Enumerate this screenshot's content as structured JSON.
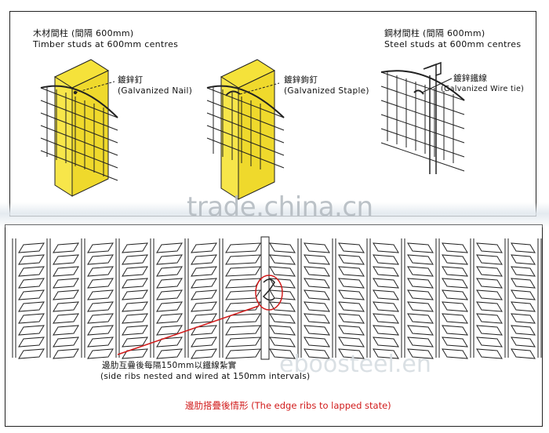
{
  "top_left": {
    "title_cn": "木材間柱 (間隔 600mm)",
    "title_en": "Timber studs at 600mm centres",
    "label_cn": "鍍鋅釘",
    "label_en": "(Galvanized Nail)"
  },
  "top_middle": {
    "label_cn": "鍍鋅鉤釘",
    "label_en": "(Galvanized Staple)"
  },
  "top_right": {
    "title_cn": "鋼材間柱 (間隔 600mm)",
    "title_en": "Steel studs at 600mm centres",
    "label_cn": "鍍鋅鐵線",
    "label_en": "(Galvanized Wire tie)"
  },
  "bottom": {
    "note_cn": "邊肋互疊後每隔150mm以鐵線紮實",
    "note_en": "(side ribs nested and wired at 150mm intervals)",
    "caption": "邊肋搭疊後情形 (The edge ribs to lapped state)"
  },
  "watermarks": {
    "top": "trade.china.cn",
    "bottom": "eboosteel.en"
  },
  "colors": {
    "timber": "#f5e23a",
    "caption_red": "#d11b1b",
    "line": "#1a1a1a"
  }
}
